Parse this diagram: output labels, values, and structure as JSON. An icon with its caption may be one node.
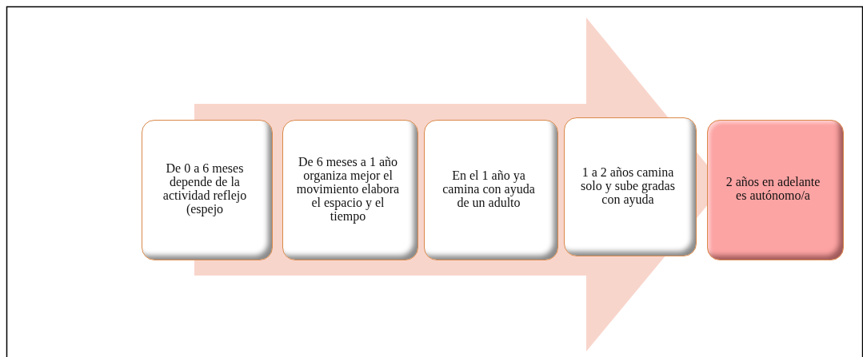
{
  "diagram": {
    "nodes": [
      {
        "text": [
          "De 0 a 6 meses depende de la actividad reflejo (espejo"
        ]
      },
      {
        "text": [
          "De 6 meses a 1 año organiza mejor el movimiento elabora el espacio y el tiempo"
        ]
      },
      {
        "text": [
          "En el 1 año ya camina con ayuda de un adulto"
        ]
      },
      {
        "text": [
          "1 a 2 años camina solo y sube gradas con ayuda"
        ]
      },
      {
        "text": [
          "2 años en adelante es autónomo/a"
        ]
      }
    ],
    "edges": [
      {
        "from": 0,
        "to": 4,
        "arrow": "to"
      }
    ]
  }
}
